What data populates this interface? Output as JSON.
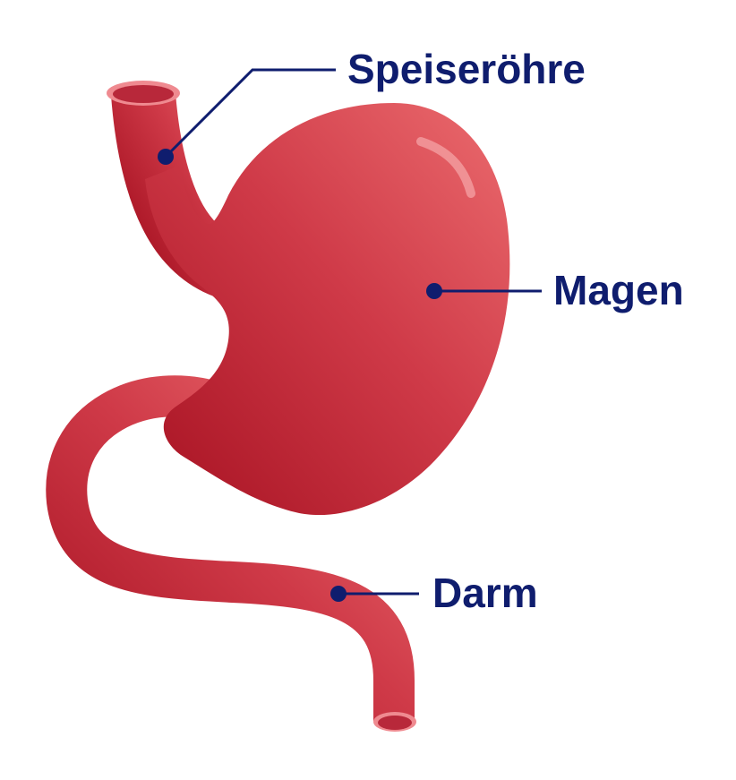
{
  "labels": {
    "esophagus": "Speiseröhre",
    "stomach": "Magen",
    "intestine": "Darm"
  },
  "colors": {
    "organ_light": "#e8666a",
    "organ_mid": "#cf3a48",
    "organ_dark": "#aa1525",
    "opening_inner": "#b8283a",
    "opening_rim": "#ef8a90",
    "highlight": "#f4a3a6",
    "label_text": "#0f1d6e",
    "leader_line": "#0f1d6e"
  }
}
